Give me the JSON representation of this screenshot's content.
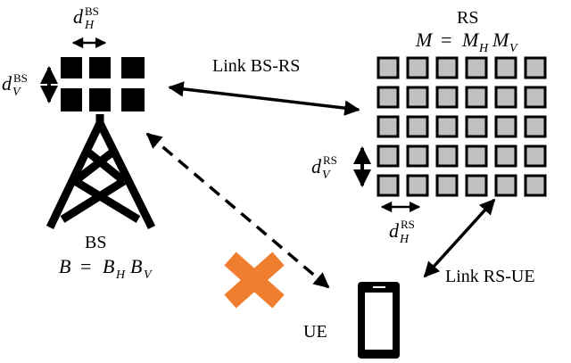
{
  "bs": {
    "dh_label": "d",
    "dh_sub": "H",
    "dh_sup": "BS",
    "dv_label": "d",
    "dv_sub": "V",
    "dv_sup": "BS",
    "name": "BS",
    "eq_lhs": "B",
    "eq_sign": "=",
    "eq_r1": "B",
    "eq_r1_sub": "H",
    "eq_r2": "B",
    "eq_r2_sub": "V"
  },
  "rs": {
    "name": "RS",
    "eq_lhs": "M",
    "eq_sign": "=",
    "eq_r1": "M",
    "eq_r1_sub": "H",
    "eq_r2": "M",
    "eq_r2_sub": "V",
    "dv_label": "d",
    "dv_sub": "V",
    "dv_sup": "RS",
    "dh_label": "d",
    "dh_sub": "H",
    "dh_sup": "RS"
  },
  "links": {
    "bs_rs": "Link BS-RS",
    "rs_ue": "Link RS-UE"
  },
  "ue": {
    "name": "UE"
  },
  "colors": {
    "bs_element": "#000000",
    "rs_element_fill": "#c0c0c0",
    "rs_element_stroke": "#000000",
    "block_cross": "#f07e2f",
    "lines": "#000000"
  },
  "icons": {
    "tower": "tower-icon",
    "phone": "phone-icon",
    "blocked": "cross-icon"
  }
}
